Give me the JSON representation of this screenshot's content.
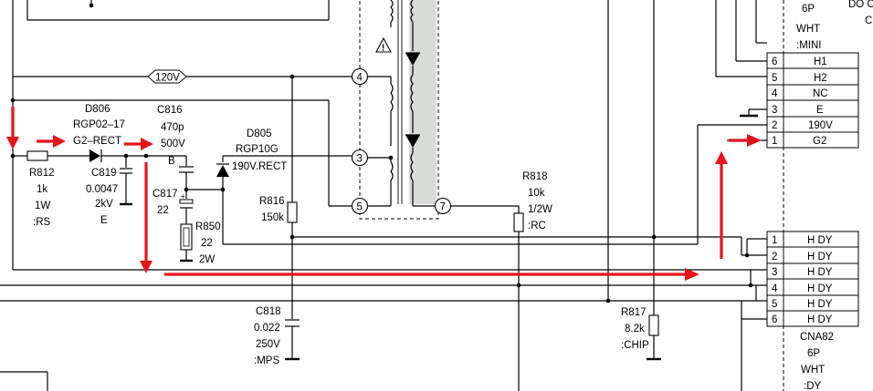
{
  "diagram": {
    "voltage_tag": "120V",
    "d806": {
      "ref": "D806",
      "part": "RGP02–17",
      "type": "G2–RECT"
    },
    "r812": {
      "ref": "R812",
      "value": "1k",
      "power": "1W",
      "type": ":RS"
    },
    "c819": {
      "ref": "C819",
      "value": "0.0047",
      "voltage": "2kV",
      "type": "E"
    },
    "c816": {
      "ref": "C816",
      "value": "470p",
      "voltage": "500V",
      "type": "B"
    },
    "c817": {
      "ref": "C817",
      "value": "22"
    },
    "r850": {
      "ref": "R850",
      "value": "22",
      "power": "2W"
    },
    "d805": {
      "ref": "D805",
      "part": "RGP10G",
      "type": "190V.RECT"
    },
    "r816": {
      "ref": "R816",
      "value": "150k"
    },
    "r818": {
      "ref": "R818",
      "value": "10k",
      "power": "1/2W",
      "type": ":RC"
    },
    "c818": {
      "ref": "C818",
      "value": "0.022",
      "voltage": "250V",
      "type": ":MPS"
    },
    "r817": {
      "ref": "R817",
      "value": "8.2k",
      "type": ":CHIP"
    },
    "pins": {
      "p4": "4",
      "p3": "3",
      "p5": "5",
      "p7": "7"
    },
    "warning_mark": "!",
    "top_connector": {
      "header": [
        "6P",
        "WHT",
        ":MINI"
      ],
      "top_right": [
        "DO C",
        "CI"
      ],
      "pins": [
        {
          "num": "6",
          "label": "H1"
        },
        {
          "num": "5",
          "label": "H2"
        },
        {
          "num": "4",
          "label": "NC"
        },
        {
          "num": "3",
          "label": "E"
        },
        {
          "num": "2",
          "label": "190V"
        },
        {
          "num": "1",
          "label": "G2"
        }
      ]
    },
    "bottom_connector": {
      "name": "CNA82",
      "footer": [
        "6P",
        "WHT",
        ":DY"
      ],
      "pins": [
        {
          "num": "1",
          "label": "H DY"
        },
        {
          "num": "2",
          "label": "H DY"
        },
        {
          "num": "3",
          "label": "H DY"
        },
        {
          "num": "4",
          "label": "H DY"
        },
        {
          "num": "5",
          "label": "H DY"
        },
        {
          "num": "6",
          "label": "H DY"
        }
      ]
    }
  }
}
